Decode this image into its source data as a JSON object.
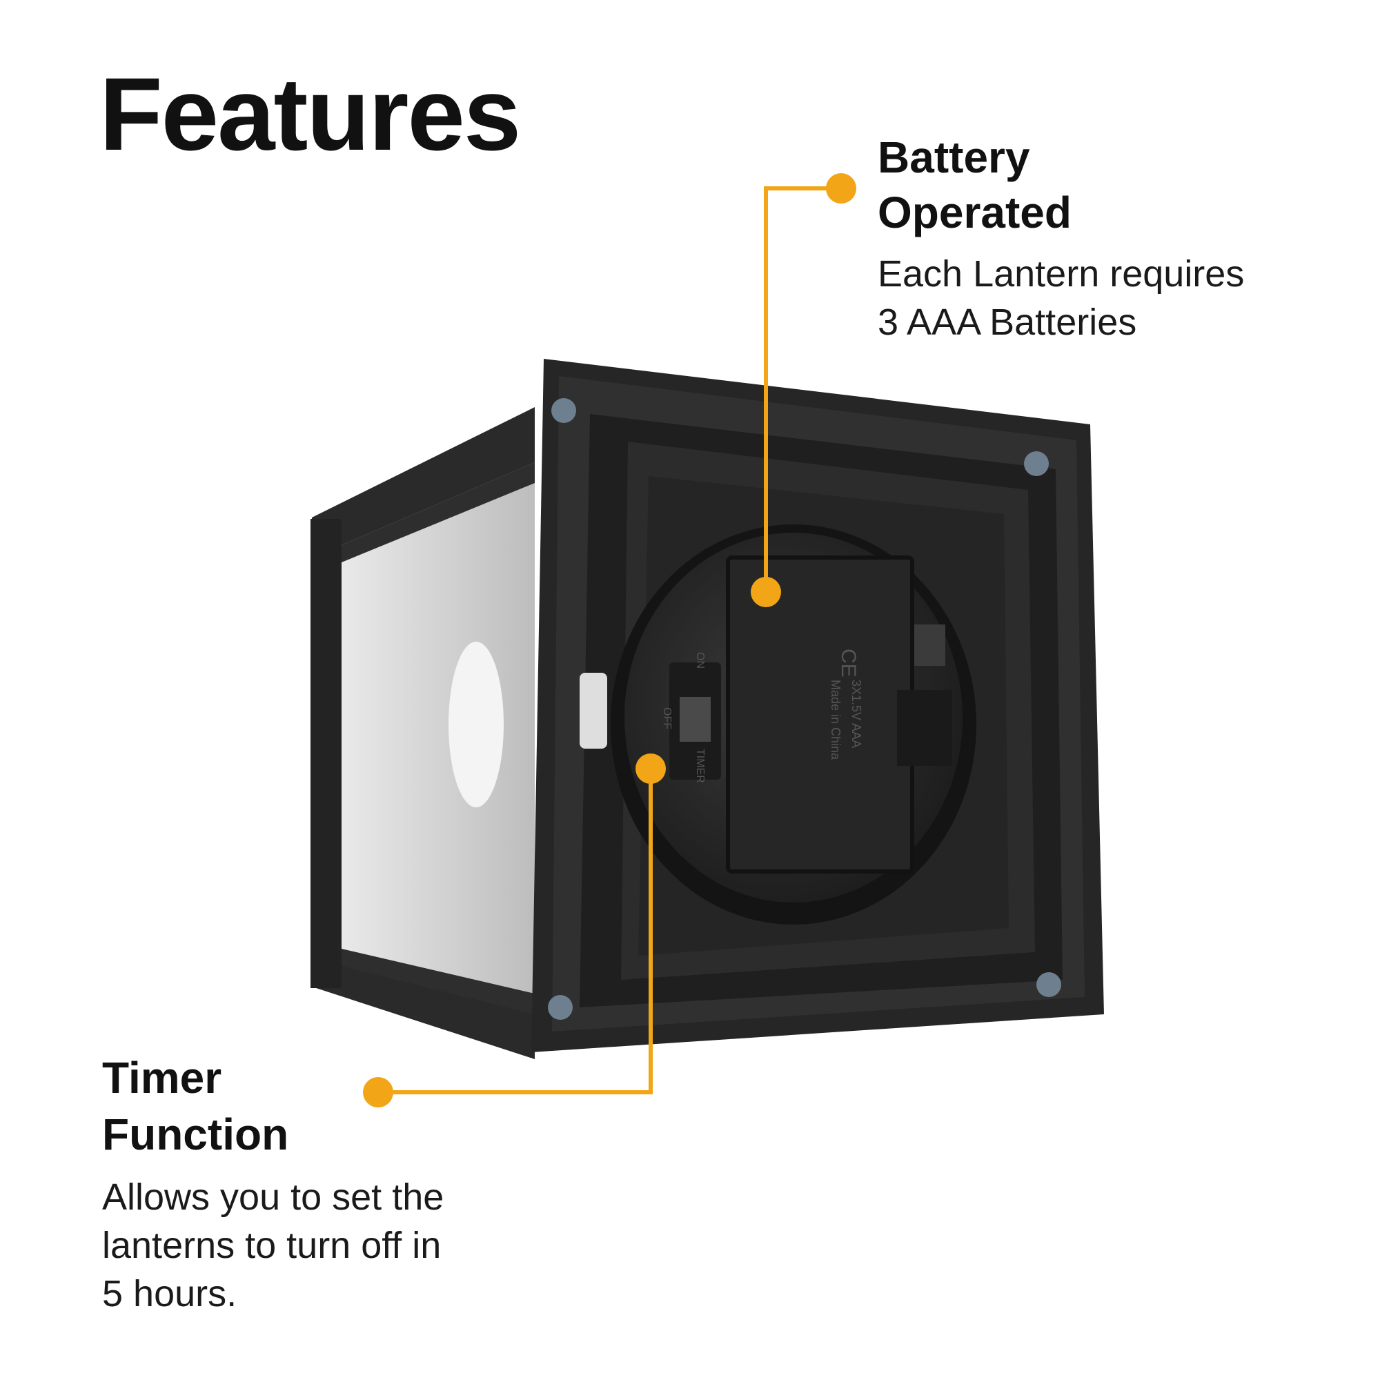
{
  "page": {
    "title": "Features",
    "accent_color": "#f2a516"
  },
  "features": [
    {
      "title_line1": "Battery",
      "title_line2": "Operated",
      "desc_line1": "Each Lantern requires",
      "desc_line2": "3 AAA Batteries"
    },
    {
      "title_line1": "Timer",
      "title_line2": "Function",
      "desc_line1": "Allows you to set the",
      "desc_line2": "lanterns to turn off in",
      "desc_line3": "5 hours."
    }
  ],
  "product_labels": {
    "ce_mark": "CE",
    "spec": "3X1.5V AAA",
    "origin": "Made in China",
    "switch_on": "ON",
    "switch_off": "OFF",
    "switch_timer": "TIMER"
  }
}
